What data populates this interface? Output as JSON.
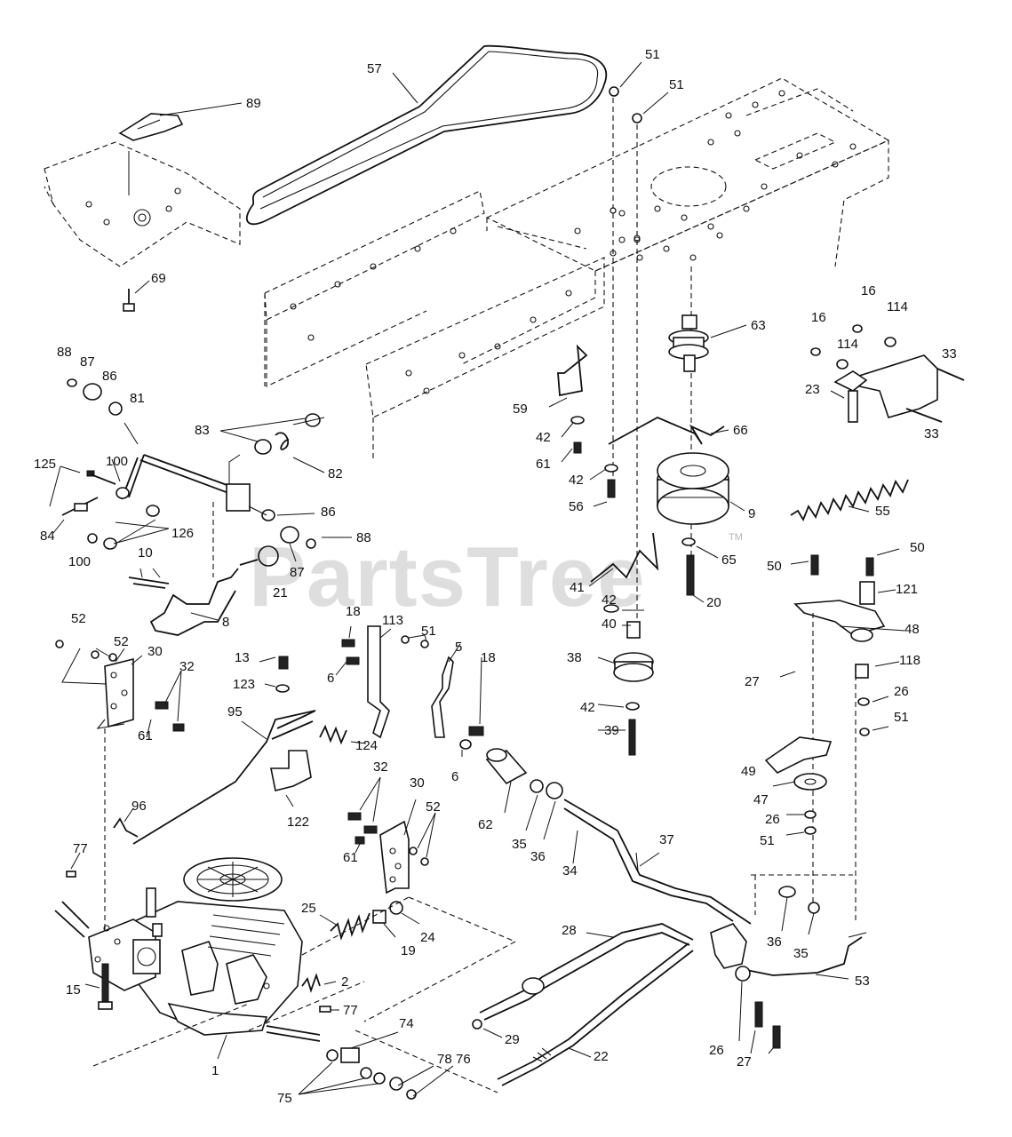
{
  "watermark": {
    "text": "PartsTree",
    "mark": "TM"
  },
  "labels": [
    {
      "key": "p57",
      "text": "57"
    },
    {
      "key": "p51a",
      "text": "51"
    },
    {
      "key": "p51b",
      "text": "51"
    },
    {
      "key": "p89",
      "text": "89"
    },
    {
      "key": "p69",
      "text": "69"
    },
    {
      "key": "p63",
      "text": "63"
    },
    {
      "key": "p16a",
      "text": "16"
    },
    {
      "key": "p16b",
      "text": "16"
    },
    {
      "key": "p114a",
      "text": "114"
    },
    {
      "key": "p114b",
      "text": "114"
    },
    {
      "key": "p33a",
      "text": "33"
    },
    {
      "key": "p33b",
      "text": "33"
    },
    {
      "key": "p23",
      "text": "23"
    },
    {
      "key": "p59",
      "text": "59"
    },
    {
      "key": "p42a",
      "text": "42"
    },
    {
      "key": "p61a",
      "text": "61"
    },
    {
      "key": "p42b",
      "text": "42"
    },
    {
      "key": "p56",
      "text": "56"
    },
    {
      "key": "p66",
      "text": "66"
    },
    {
      "key": "p9",
      "text": "9"
    },
    {
      "key": "p55",
      "text": "55"
    },
    {
      "key": "p65",
      "text": "65"
    },
    {
      "key": "p20",
      "text": "20"
    },
    {
      "key": "p88a",
      "text": "88"
    },
    {
      "key": "p87a",
      "text": "87"
    },
    {
      "key": "p86a",
      "text": "86"
    },
    {
      "key": "p81",
      "text": "81"
    },
    {
      "key": "p83",
      "text": "83"
    },
    {
      "key": "p82",
      "text": "82"
    },
    {
      "key": "p125",
      "text": "125"
    },
    {
      "key": "p100a",
      "text": "100"
    },
    {
      "key": "p84",
      "text": "84"
    },
    {
      "key": "p100b",
      "text": "100"
    },
    {
      "key": "p126",
      "text": "126"
    },
    {
      "key": "p86b",
      "text": "86"
    },
    {
      "key": "p88b",
      "text": "88"
    },
    {
      "key": "p87b",
      "text": "87"
    },
    {
      "key": "p10",
      "text": "10"
    },
    {
      "key": "p21",
      "text": "21"
    },
    {
      "key": "p8",
      "text": "8"
    },
    {
      "key": "p41",
      "text": "41"
    },
    {
      "key": "p42c",
      "text": "42"
    },
    {
      "key": "p40",
      "text": "40"
    },
    {
      "key": "p38",
      "text": "38"
    },
    {
      "key": "p42d",
      "text": "42"
    },
    {
      "key": "p39",
      "text": "39"
    },
    {
      "key": "p50a",
      "text": "50"
    },
    {
      "key": "p50b",
      "text": "50"
    },
    {
      "key": "p121",
      "text": "121"
    },
    {
      "key": "p48",
      "text": "48"
    },
    {
      "key": "p27a",
      "text": "27"
    },
    {
      "key": "p118",
      "text": "118"
    },
    {
      "key": "p26a",
      "text": "26"
    },
    {
      "key": "p51c",
      "text": "51"
    },
    {
      "key": "p49",
      "text": "49"
    },
    {
      "key": "p47",
      "text": "47"
    },
    {
      "key": "p26b",
      "text": "26"
    },
    {
      "key": "p51d",
      "text": "51"
    },
    {
      "key": "p52a",
      "text": "52"
    },
    {
      "key": "p52b",
      "text": "52"
    },
    {
      "key": "p30a",
      "text": "30"
    },
    {
      "key": "p32a",
      "text": "32"
    },
    {
      "key": "p61b",
      "text": "61"
    },
    {
      "key": "p18a",
      "text": "18"
    },
    {
      "key": "p113",
      "text": "113"
    },
    {
      "key": "p51e",
      "text": "51"
    },
    {
      "key": "p5",
      "text": "5"
    },
    {
      "key": "p18b",
      "text": "18"
    },
    {
      "key": "p6a",
      "text": "6"
    },
    {
      "key": "p6b",
      "text": "6"
    },
    {
      "key": "p13",
      "text": "13"
    },
    {
      "key": "p123",
      "text": "123"
    },
    {
      "key": "p95",
      "text": "95"
    },
    {
      "key": "p124",
      "text": "124"
    },
    {
      "key": "p122",
      "text": "122"
    },
    {
      "key": "p96",
      "text": "96"
    },
    {
      "key": "p32b",
      "text": "32"
    },
    {
      "key": "p30b",
      "text": "30"
    },
    {
      "key": "p52c",
      "text": "52"
    },
    {
      "key": "p61c",
      "text": "61"
    },
    {
      "key": "p62",
      "text": "62"
    },
    {
      "key": "p35a",
      "text": "35"
    },
    {
      "key": "p36a",
      "text": "36"
    },
    {
      "key": "p34",
      "text": "34"
    },
    {
      "key": "p37",
      "text": "37"
    },
    {
      "key": "p77a",
      "text": "77"
    },
    {
      "key": "p25",
      "text": "25"
    },
    {
      "key": "p24",
      "text": "24"
    },
    {
      "key": "p19",
      "text": "19"
    },
    {
      "key": "p2",
      "text": "2"
    },
    {
      "key": "p77b",
      "text": "77"
    },
    {
      "key": "p28",
      "text": "28"
    },
    {
      "key": "p36b",
      "text": "36"
    },
    {
      "key": "p35b",
      "text": "35"
    },
    {
      "key": "p53",
      "text": "53"
    },
    {
      "key": "p15",
      "text": "15"
    },
    {
      "key": "p1",
      "text": "1"
    },
    {
      "key": "p74",
      "text": "74"
    },
    {
      "key": "p78",
      "text": "78"
    },
    {
      "key": "p76",
      "text": "76"
    },
    {
      "key": "p75",
      "text": "75"
    },
    {
      "key": "p29",
      "text": "29"
    },
    {
      "key": "p22",
      "text": "22"
    },
    {
      "key": "p26c",
      "text": "26"
    },
    {
      "key": "p27b",
      "text": "27"
    }
  ]
}
